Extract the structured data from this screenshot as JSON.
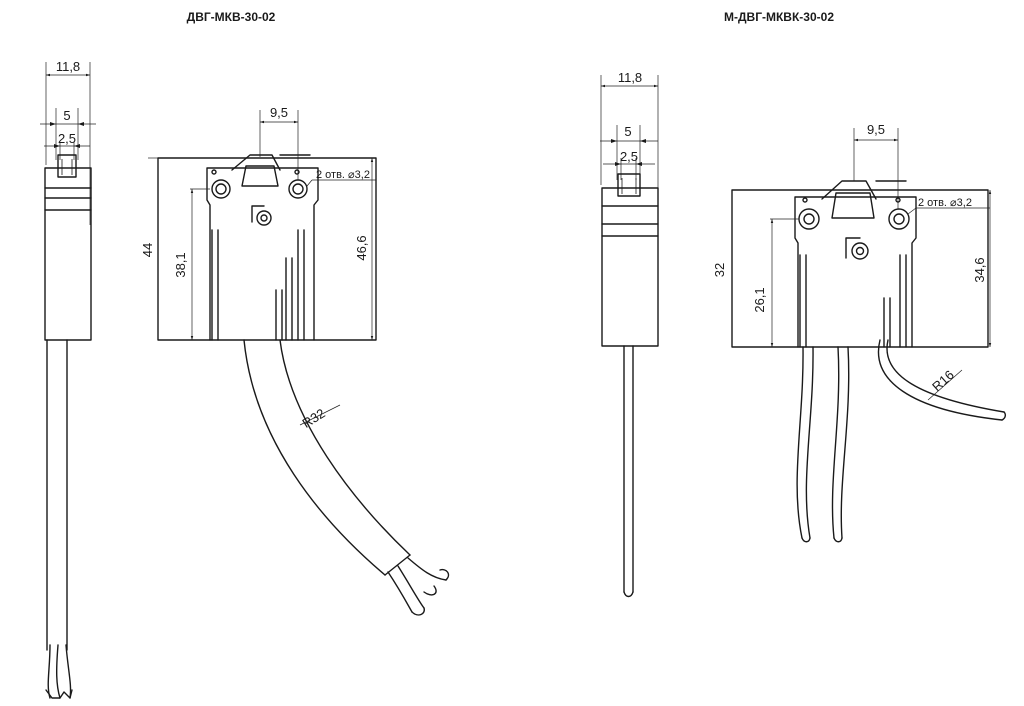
{
  "left": {
    "title": "ДВГ-МКВ-30-02",
    "dims": {
      "width": "11,8",
      "mid": "5",
      "inner": "2,5",
      "pitch": "9,5",
      "height": "44",
      "h1": "38,1",
      "h2": "46,6",
      "radius": "R32",
      "holes": "2 отв. ⌀3,2"
    }
  },
  "right": {
    "title": "М-ДВГ-МКВК-30-02",
    "dims": {
      "width": "11,8",
      "mid": "5",
      "inner": "2,5",
      "pitch": "9,5",
      "height": "32",
      "h1": "26,1",
      "h2": "34,6",
      "radius": "R16",
      "holes": "2 отв. ⌀3,2"
    }
  }
}
